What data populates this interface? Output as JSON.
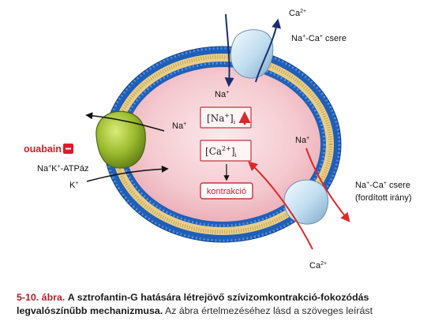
{
  "labels": {
    "ca_top": "Ca",
    "ca_top_sup": "2+",
    "naca_top_a": "Na",
    "naca_top_sup1": "+",
    "naca_top_b": "-Ca",
    "naca_top_sup2": "+",
    "naca_top_c": " csere",
    "na_in_top": "Na",
    "na_in_top_sup": "+",
    "na_left": "Na",
    "na_left_sup": "+",
    "ouabain": "ouabain",
    "atpase_a": "Na",
    "atpase_sup1": "+",
    "atpase_b": "K",
    "atpase_sup2": "+",
    "atpase_c": "-ATPáz",
    "k_left": "K",
    "k_left_sup": "+",
    "na_right": "Na",
    "na_right_sup": "+",
    "naca_rev_line1_a": "Na",
    "naca_rev_line1_sup1": "+",
    "naca_rev_line1_b": "-Ca",
    "naca_rev_line1_sup2": "+",
    "naca_rev_line1_c": " csere",
    "naca_rev_line2": "(fordított irány)",
    "ca_bottom": "Ca",
    "ca_bottom_sup": "2+"
  },
  "boxes": {
    "na_conc": "Na",
    "na_conc_sup": "+",
    "na_conc_sub": "i",
    "ca_conc": "Ca",
    "ca_conc_sup": "2+",
    "ca_conc_sub": "i",
    "contraction": "kontrakció"
  },
  "caption": {
    "number": "5-10. ábra.",
    "bold_text": "A sztrofantin-G hatására létrejövő szívizomkontrakció-fokozódás legvalószínűbb mechanizmusa.",
    "rest": "Az ábra értelmezéséhez lásd a szöveges leírást"
  },
  "colors": {
    "cytoplasm": "#f4c9cf",
    "membrane_head": "#2f6fc9",
    "membrane_tail": "#d8b86a",
    "atpase": "#8fae2a",
    "exchanger": "#bfdcef",
    "arrow_dark": "#1b2d6e",
    "arrow_red": "#d92a2a",
    "ouabain_red": "#e0192b",
    "box_border": "#c8303a"
  }
}
